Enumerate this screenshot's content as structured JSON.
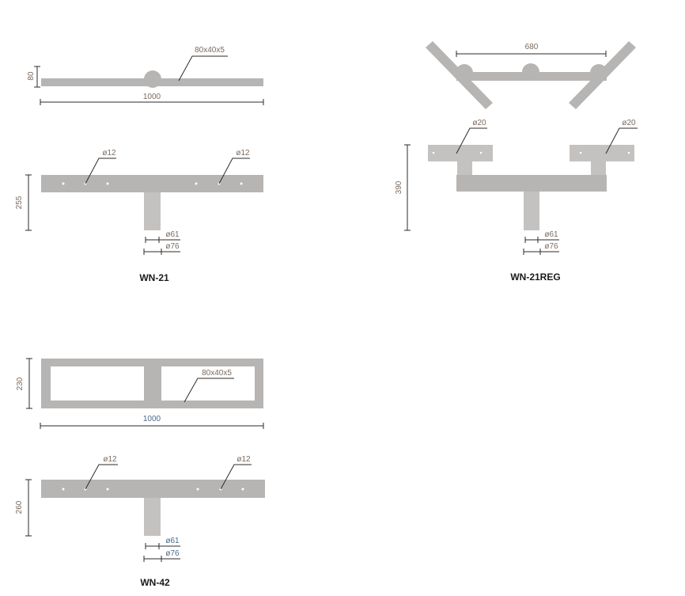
{
  "drawings": [
    {
      "title": "WN-21",
      "top_view": {
        "profile": "80x40x5",
        "height": "80",
        "width": "1000"
      },
      "front_view": {
        "height": "255",
        "hole_left": "ø12",
        "hole_right": "ø12",
        "inner_diameter": "ø61",
        "outer_diameter": "ø76"
      }
    },
    {
      "title": "WN-21REG",
      "top_view": {
        "span": "680"
      },
      "front_view": {
        "height": "390",
        "hole_left": "ø20",
        "hole_right": "ø20",
        "inner_diameter": "ø61",
        "outer_diameter": "ø76"
      }
    },
    {
      "title": "WN-42",
      "top_view": {
        "profile": "80x40x5",
        "height": "230",
        "width": "1000"
      },
      "front_view": {
        "height": "260",
        "hole_left": "ø12",
        "hole_right": "ø12",
        "inner_diameter": "ø61",
        "outer_diameter": "ø76"
      }
    }
  ]
}
